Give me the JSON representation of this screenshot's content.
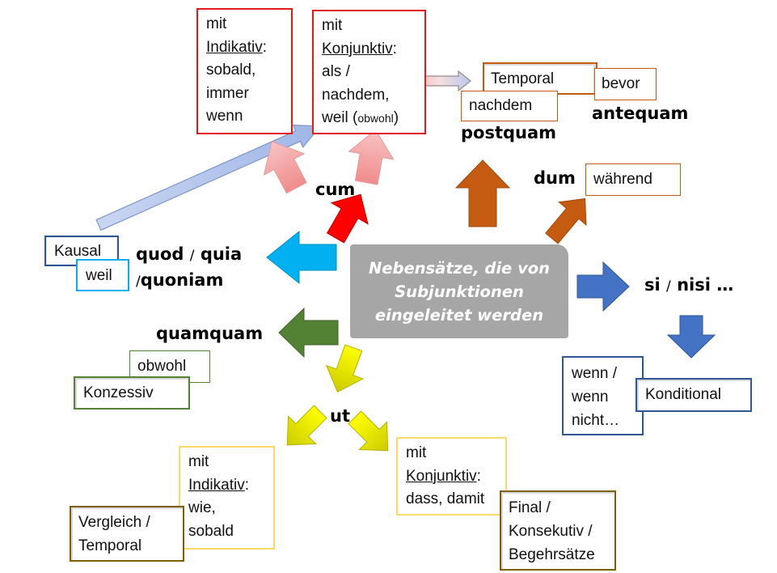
{
  "center": {
    "line1": "Nebensätze, die von",
    "line2": "Subjunktionen",
    "line3": "eingeleitet werden"
  },
  "keywords": {
    "cum": "cum",
    "postquam": "postquam",
    "antequam": "antequam",
    "dum": "dum",
    "quod": "quod",
    "quia": "quia",
    "quoniam": "quoniam",
    "slash": "/",
    "quamquam": "quamquam",
    "ut": "ut",
    "si": "si",
    "nisi": "nisi …"
  },
  "boxes": {
    "cum_indikativ": {
      "prefix": "mit",
      "mood": "Indikativ",
      "colon": ":",
      "line3": "sobald,",
      "line4": "immer",
      "line5": "wenn"
    },
    "cum_konjunktiv": {
      "prefix": "mit",
      "mood": "Konjunktiv",
      "colon": ":",
      "line3": "als /",
      "line4": "nachdem,",
      "line5a": "weil (",
      "line5b": "obwohl",
      "line5c": ")"
    },
    "temporal": "Temporal",
    "nachdem": "nachdem",
    "bevor": "bevor",
    "waehrend": "während",
    "kausal": "Kausal",
    "weil": "weil",
    "obwohl": "obwohl",
    "konzessiv": "Konzessiv",
    "ut_indikativ": {
      "prefix": "mit",
      "mood": "Indikativ",
      "colon": ":",
      "line3": "wie,",
      "line4": "sobald"
    },
    "ut_konjunktiv": {
      "prefix": "mit",
      "mood": "Konjunktiv",
      "colon": ":",
      "line3": "dass, damit"
    },
    "vergleich": {
      "line1": "Vergleich /",
      "line2": "Temporal"
    },
    "final": {
      "line1": "Final /",
      "line2": "Konsekutiv /",
      "line3": "Begehrsätze"
    },
    "wenn": {
      "line1": "wenn /",
      "line2": "wenn",
      "line3": "nicht…"
    },
    "konditional": "Konditional"
  },
  "colors": {
    "red": "#e31a1c",
    "pink": "#f4a6a6",
    "orange": "#c55a11",
    "blue": "#00b0f0",
    "green": "#548235",
    "yellow": "#ffff00",
    "dark_blue": "#4472c4",
    "navy": "#2f5597",
    "gold": "#ffd966",
    "olive": "#7f6000",
    "grey": "#a6a6a6"
  }
}
